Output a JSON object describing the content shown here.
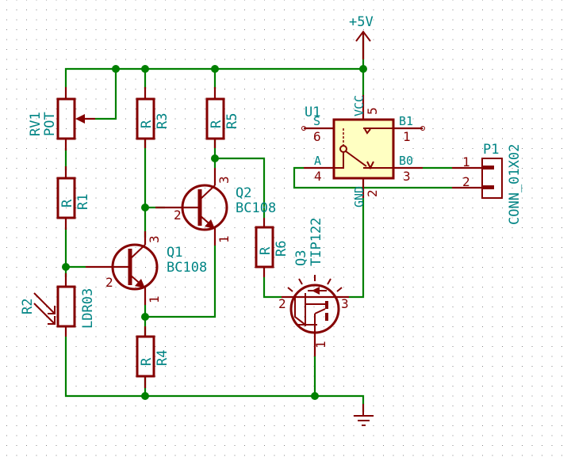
{
  "schematic": {
    "power": {
      "vcc_label": "+5V"
    },
    "components": {
      "RV1": {
        "ref": "RV1",
        "value": "POT"
      },
      "R1": {
        "ref": "R1",
        "value": "R"
      },
      "R2": {
        "ref": "R2",
        "value": "LDR03"
      },
      "R3": {
        "ref": "R3",
        "value": "R"
      },
      "R4": {
        "ref": "R4",
        "value": "R"
      },
      "R5": {
        "ref": "R5",
        "value": "R"
      },
      "R6": {
        "ref": "R6",
        "value": "R"
      },
      "Q1": {
        "ref": "Q1",
        "value": "BC108",
        "pins": {
          "b": "2",
          "c": "3",
          "e": "1"
        }
      },
      "Q2": {
        "ref": "Q2",
        "value": "BC108",
        "pins": {
          "b": "2",
          "c": "3",
          "e": "1"
        }
      },
      "Q3": {
        "ref": "Q3",
        "value": "TIP122",
        "pins": {
          "b": "2",
          "c": "3",
          "e": "1"
        }
      },
      "U1": {
        "ref": "U1",
        "pins": {
          "vcc": {
            "name": "VCC",
            "num": "5"
          },
          "s": {
            "name": "S",
            "num": "6"
          },
          "a": {
            "name": "A",
            "num": "4"
          },
          "b1": {
            "name": "B1",
            "num": "1"
          },
          "b0": {
            "name": "B0",
            "num": "3"
          },
          "gnd": {
            "name": "GND",
            "num": "2"
          }
        }
      },
      "P1": {
        "ref": "P1",
        "value": "CONN_01X02",
        "pins": {
          "p1": "1",
          "p2": "2"
        }
      }
    },
    "colors": {
      "wire": "#008000",
      "component": "#840000",
      "label": "#008484",
      "ic_fill": "#ffffc2",
      "grid": "#848484"
    }
  }
}
